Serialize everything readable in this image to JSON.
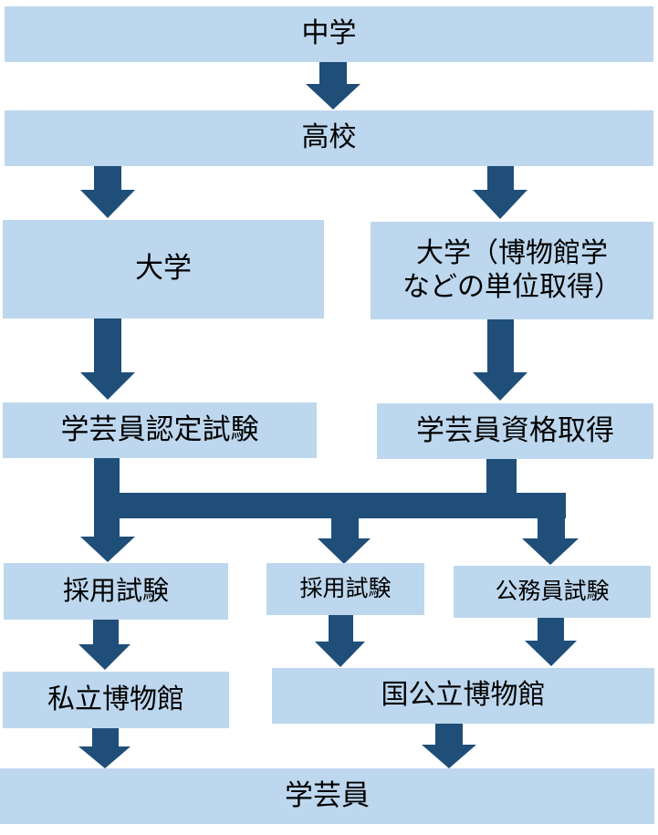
{
  "diagram": {
    "title": "学芸員になるまでの流れ",
    "colors": {
      "box_fill": "#BDD7EE",
      "arrow": "#1F4E79",
      "text": "#000000"
    },
    "nodes": [
      {
        "id": "junior-high",
        "label": "中学"
      },
      {
        "id": "high-school",
        "label": "高校"
      },
      {
        "id": "university",
        "label": "大学"
      },
      {
        "id": "university-museology",
        "label": "大学（博物館学\nなどの単位取得）"
      },
      {
        "id": "curator-certification-exam",
        "label": "学芸員認定試験"
      },
      {
        "id": "curator-qualification",
        "label": "学芸員資格取得"
      },
      {
        "id": "hiring-exam-private",
        "label": "採用試験"
      },
      {
        "id": "hiring-exam-public",
        "label": "採用試験"
      },
      {
        "id": "civil-service-exam",
        "label": "公務員試験"
      },
      {
        "id": "private-museum",
        "label": "私立博物館"
      },
      {
        "id": "public-museum",
        "label": "国公立博物館"
      },
      {
        "id": "curator",
        "label": "学芸員"
      }
    ],
    "edges": [
      {
        "from": "junior-high",
        "to": "high-school"
      },
      {
        "from": "high-school",
        "to": "university"
      },
      {
        "from": "high-school",
        "to": "university-museology"
      },
      {
        "from": "university",
        "to": "curator-certification-exam"
      },
      {
        "from": "university-museology",
        "to": "curator-qualification"
      },
      {
        "from": "curator-certification-exam",
        "to": "hiring-exam-private"
      },
      {
        "from": "curator-certification-exam",
        "to": "hiring-exam-public"
      },
      {
        "from": "curator-certification-exam",
        "to": "civil-service-exam"
      },
      {
        "from": "curator-qualification",
        "to": "hiring-exam-private"
      },
      {
        "from": "curator-qualification",
        "to": "hiring-exam-public"
      },
      {
        "from": "curator-qualification",
        "to": "civil-service-exam"
      },
      {
        "from": "hiring-exam-private",
        "to": "private-museum"
      },
      {
        "from": "hiring-exam-public",
        "to": "public-museum"
      },
      {
        "from": "civil-service-exam",
        "to": "public-museum"
      },
      {
        "from": "private-museum",
        "to": "curator"
      },
      {
        "from": "public-museum",
        "to": "curator"
      }
    ]
  }
}
